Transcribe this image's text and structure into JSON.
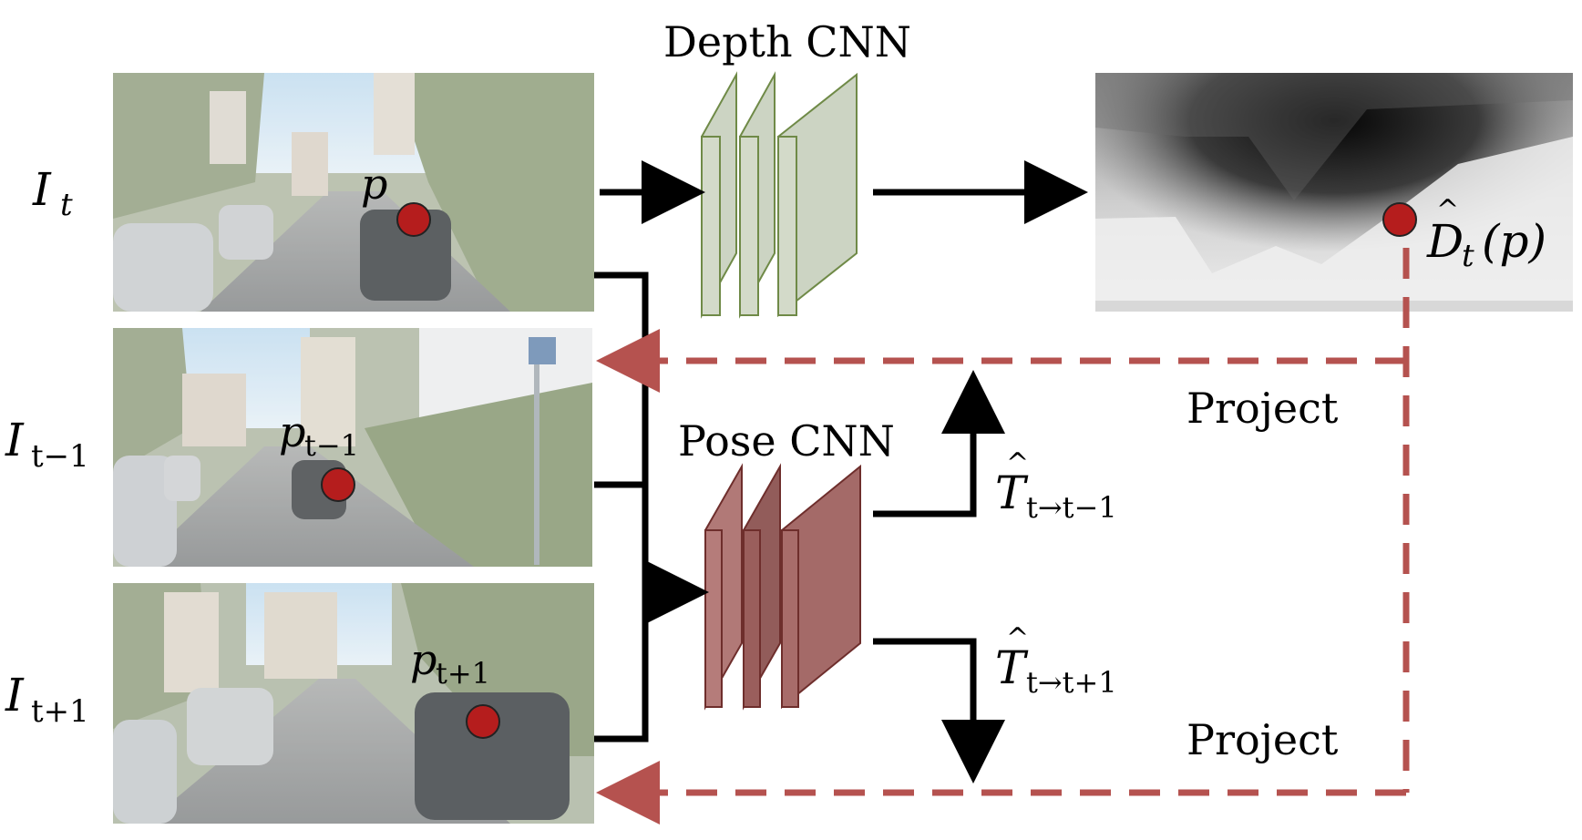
{
  "colors": {
    "depth_cnn": "#c7cfbd",
    "depth_cnn_stroke": "#6f8a47",
    "pose_cnn": "#9a5a58",
    "pose_cnn_stroke": "#6e2e2c",
    "point": "#b51d1d",
    "project_dash": "#b5524f",
    "arrow": "#000000",
    "sky": "#cfe4f2",
    "foliage": "#7f8f69",
    "road": "#8d8f8f",
    "depth_dark": "#0c0c0c",
    "depth_light": "#f4f4f4"
  },
  "modules": {
    "depth_cnn": "Depth CNN",
    "pose_cnn": "Pose CNN"
  },
  "frames": {
    "target": {
      "base": "I",
      "sub": "t"
    },
    "prev": {
      "base": "I",
      "sub": "t−1"
    },
    "next": {
      "base": "I",
      "sub": "t+1"
    }
  },
  "points": {
    "target": {
      "base": "p",
      "sub": ""
    },
    "prev": {
      "base": "p",
      "sub": "t−1"
    },
    "next": {
      "base": "p",
      "sub": "t+1"
    }
  },
  "depth_output": {
    "base": "D",
    "sub": "t",
    "arg": "(p)"
  },
  "poses": {
    "to_prev": {
      "base": "T",
      "sub": "t→t−1"
    },
    "to_next": {
      "base": "T",
      "sub": "t→t+1"
    }
  },
  "project_labels": {
    "upper": "Project",
    "lower": "Project"
  }
}
